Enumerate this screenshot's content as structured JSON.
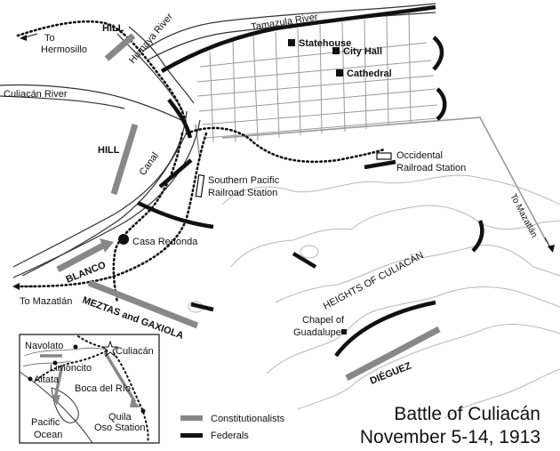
{
  "title": {
    "line1": "Battle of Culiacán",
    "line2": "November 5-14, 1913"
  },
  "colors": {
    "constitutionalists": "#888888",
    "federals": "#111111",
    "rivers": "#333333",
    "streets": "#9a9a9a"
  },
  "labels": {
    "hill_top": "HILL",
    "hill_left": "HILL",
    "to_hermosillo": "To\nHermosillo",
    "to_hermosillo_line1": "To",
    "to_hermosillo_line2": "Hermosillo",
    "culiacan_river": "Culiacán River",
    "humaya_river": "Humaya River",
    "tamazula_river": "Tamazula River",
    "statehouse": "Statehouse",
    "city_hall": "City Hall",
    "cathedral": "Cathedral",
    "canal": "Canal",
    "southern_pacific_line1": "Southern Pacific",
    "southern_pacific_line2": "Railroad Station",
    "occidental_line1": "Occidental",
    "occidental_line2": "Railroad Station",
    "casa_redonda": "Casa Redonda",
    "to_mazatlan_right": "To Mazatlán",
    "heights": "HEIGHTS OF CULIACÁN",
    "blanco": "BLANCO",
    "to_mazatlan_left": "To Mazatlán",
    "meztas_gaxiola": "MEZTAS and GAXIOLA",
    "chapel_line1": "Chapel of",
    "chapel_line2": "Guadalupe",
    "dieguez": "DIÉGUEZ"
  },
  "inset": {
    "navolato": "Navolato",
    "culiacan": "Culiacán",
    "limoncito": "Limoncito",
    "altata": "Altata",
    "boca_del_rio": "Boca del Río",
    "pacific_line1": "Pacific",
    "pacific_line2": "Ocean",
    "quila": "Quila",
    "oso_station": "Oso Station"
  },
  "legend": [
    {
      "label": "Constitutionalists",
      "color": "#888888",
      "icon": "gray-bar-icon"
    },
    {
      "label": "Federals",
      "color": "#111111",
      "icon": "black-bar-icon"
    }
  ]
}
